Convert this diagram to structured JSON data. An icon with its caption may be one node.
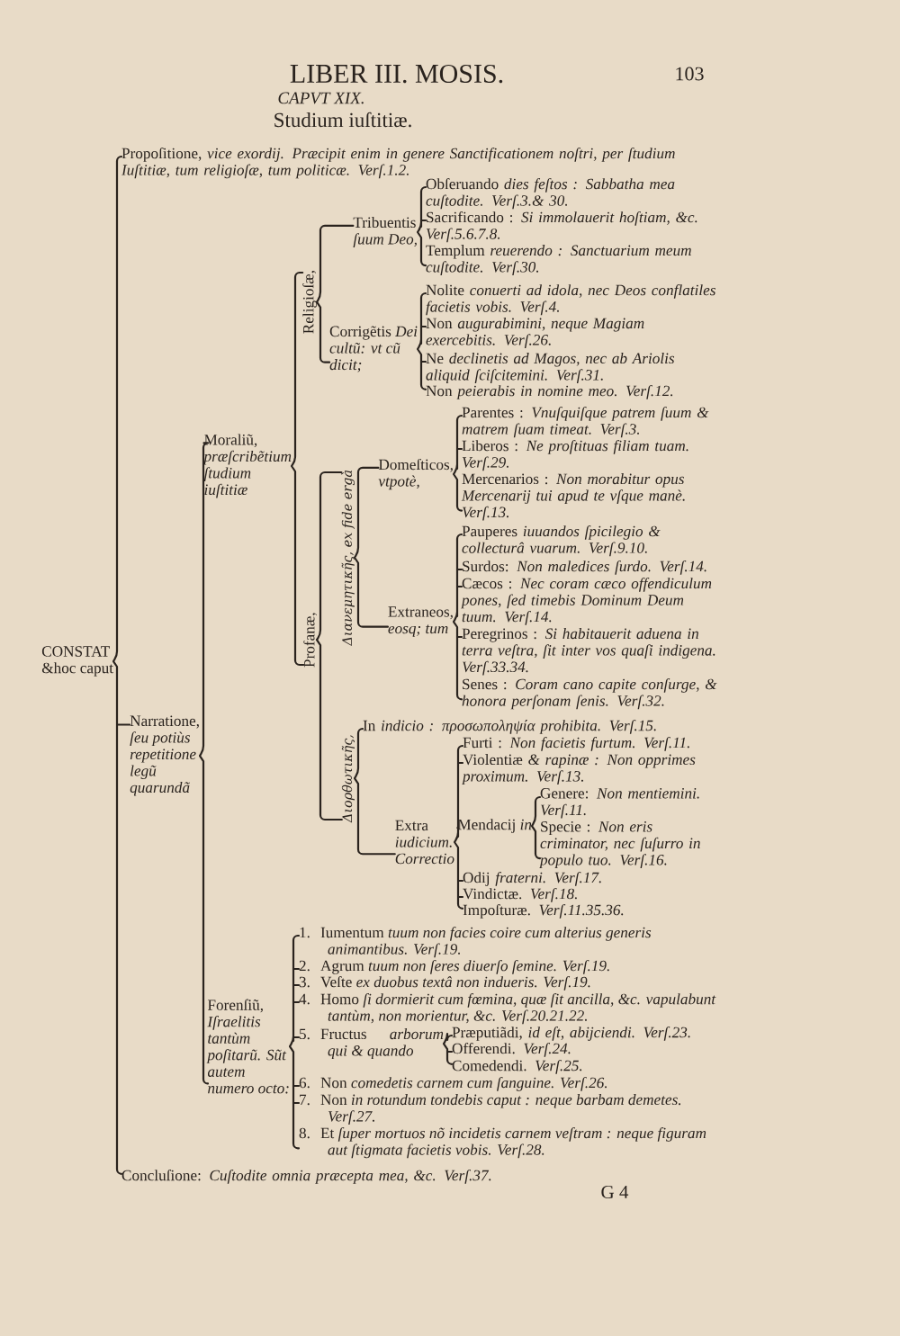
{
  "diagram": {
    "title": "Studium iuſtitiæ.",
    "nodes": [
      {
        "text": [
          "CONSTAT &hoc caput"
        ]
      },
      {
        "text": [
          "Propoſitione, *vice exordij. Præcipit enim in genere Sanctificationem noſtri, per ſtudium Iuſtitiæ, tum religioſæ, tum politicæ. Verſ.1.2.*"
        ]
      },
      {
        "text": [
          "Narratione, *ſeu potiùs repetitione legũ quarundã*"
        ]
      },
      {
        "text": [
          "Moraliũ, *præſcribẽtium ſtudium iuſtitiæ*"
        ]
      },
      {
        "text": [
          "Religioſæ,"
        ]
      },
      {
        "text": [
          "Tribuentis *ſuum Deo,*"
        ]
      },
      {
        "text": [
          "Obſeruando *dies feſtos : Sabbatha mea cuſtodite. Verſ.3.& 30.*"
        ]
      },
      {
        "text": [
          "Sacrificando : *Si immolauerit hoſtiam, &c. Verſ.5.6.7.8.*"
        ]
      },
      {
        "text": [
          "Templum *reuerendo : Sanctuarium meum cuſtodite. Verſ.30.*"
        ]
      },
      {
        "text": [
          "Corrigẽtis *Dei cultũ: vt cũ dicit;*"
        ]
      },
      {
        "text": [
          "Nolite *conuerti ad idola, nec Deos conflatiles facietis vobis. Verſ.4.*"
        ]
      },
      {
        "text": [
          "Non *augurabimini, neque Magiam exercebitis. Verſ.26.*"
        ]
      },
      {
        "text": [
          "Ne *declinetis ad Magos, nec ab Ariolis aliquid ſciſcitemini. Verſ.31.*"
        ]
      },
      {
        "text": [
          "Non *peierabis in nomine meo. Verſ.12.*"
        ]
      },
      {
        "text": [
          "Profanæ,"
        ]
      },
      {
        "text": [
          "Διανεμητικῆς, ex fide ergà"
        ]
      },
      {
        "text": [
          "Domeſticos, *vtpotè,*"
        ]
      },
      {
        "text": [
          "Parentes : *Vnuſquiſque patrem ſuum & matrem ſuam timeat. Verſ.3.*"
        ]
      },
      {
        "text": [
          "Liberos : *Ne proſtituas filiam tuam. Verſ.29.*"
        ]
      },
      {
        "text": [
          "Mercenarios : *Non morabitur opus Mercenarij tui apud te vſque manè. Verſ.13.*"
        ]
      },
      {
        "text": [
          "Extraneos, *eosq; tum*"
        ]
      },
      {
        "text": [
          "Pauperes *iuuandos ſpicilegio & collecturâ vuarum. Verſ.9.10.*"
        ]
      },
      {
        "text": [
          "Surdos: *Non maledices ſurdo. Verſ.14.*"
        ]
      },
      {
        "text": [
          "Cæcos : *Nec coram cæco offendiculum pones, ſed timebis Dominum Deum tuum. Verſ.14.*"
        ]
      },
      {
        "text": [
          "Peregrinos : *Si habitauerit aduena in terra veſtra, ſit inter vos quaſi indigena. Verſ.33.34.*"
        ]
      },
      {
        "text": [
          "Senes : *Coram cano capite conſurge, & honora perſonam ſenis. Verſ.32.*"
        ]
      },
      {
        "text": [
          "Διορθωτικῆς,"
        ]
      },
      {
        "text": [
          "In *indicio : προσωποληψία prohibita. Verſ.15.*"
        ]
      },
      {
        "text": [
          "Extra *iudicium. Correctio*"
        ]
      },
      {
        "text": [
          "Furti : *Non facietis furtum. Verſ.11.*"
        ]
      },
      {
        "text": [
          "Violentiæ *& rapinæ : Non opprimes proximum. Verſ.13.*"
        ]
      },
      {
        "text": [
          "Mendacij *in*"
        ]
      },
      {
        "text": [
          "Genere: *Non mentiemini. Verſ.11.*"
        ]
      },
      {
        "text": [
          "Specie : *Non eris criminator, nec ſuſurro in populo tuo. Verſ.16.*"
        ]
      },
      {
        "text": [
          "Odij *fraterni. Verſ.17.*"
        ]
      },
      {
        "text": [
          "Vindictæ. *Verſ.18.*"
        ]
      },
      {
        "text": [
          "Impoſturæ. *Verſ.11.35.36.*"
        ]
      },
      {
        "text": [
          "Forenſiũ, *Iſraelitis tantùm poſitarũ. Sũt autem numero octo:*"
        ]
      },
      {
        "text": [
          "1.",
          "Iumentum *tuum non facies coire cum alterius generis animantibus. Verſ.19.*"
        ]
      },
      {
        "text": [
          "2.",
          "Agrum *tuum non ſeres diuerſo ſemine. Verſ.19.*"
        ]
      },
      {
        "text": [
          "3.",
          "Veſte *ex duobus textâ non indueris. Verſ.19.*"
        ]
      },
      {
        "text": [
          "4.",
          "Homo *ſi dormierit cum fœmina, quæ ſit ancilla, &c. vapulabunt tantùm, non morientur, &c. Verſ.20.21.22.*"
        ]
      },
      {
        "text": [
          "5.",
          "Fructus *arborum qui & quando*"
        ]
      },
      {
        "text": [
          "Præputiãdi, *id eſt, abijciendi. Verſ.23.*"
        ]
      },
      {
        "text": [
          "Offerendi. *Verſ.24.*"
        ]
      },
      {
        "text": [
          "Comedendi. *Verſ.25.*"
        ]
      },
      {
        "text": [
          "6.",
          "Non *comedetis carnem cum ſanguine. Verſ.26.*"
        ]
      },
      {
        "text": [
          "7.",
          "Non *in rotundum tondebis caput : neque barbam demetes. Verſ.27.*"
        ]
      },
      {
        "text": [
          "8.",
          "Et *ſuper mortuos nõ incidetis carnem veſtram : neque figuram aut ſtigmata facietis vobis. Verſ.28.*"
        ]
      },
      {
        "text": [
          "Concluſione: *Cuſtodite omnia præcepta mea, &c. Verſ.37.*"
        ]
      }
    ],
    "edges": [
      {
        "from": 0,
        "to": 1,
        "arrow": "none"
      },
      {
        "from": 0,
        "to": 2,
        "arrow": "none"
      },
      {
        "from": 0,
        "to": 49,
        "arrow": "none"
      },
      {
        "from": 2,
        "to": 3,
        "arrow": "none"
      },
      {
        "from": 2,
        "to": 37,
        "arrow": "none"
      },
      {
        "from": 3,
        "to": 4,
        "arrow": "none"
      },
      {
        "from": 3,
        "to": 14,
        "arrow": "none"
      },
      {
        "from": 4,
        "to": 5,
        "arrow": "none"
      },
      {
        "from": 4,
        "to": 9,
        "arrow": "none"
      },
      {
        "from": 5,
        "to": 6,
        "arrow": "none"
      },
      {
        "from": 5,
        "to": 7,
        "arrow": "none"
      },
      {
        "from": 5,
        "to": 8,
        "arrow": "none"
      },
      {
        "from": 9,
        "to": 10,
        "arrow": "none"
      },
      {
        "from": 9,
        "to": 11,
        "arrow": "none"
      },
      {
        "from": 9,
        "to": 12,
        "arrow": "none"
      },
      {
        "from": 9,
        "to": 13,
        "arrow": "none"
      },
      {
        "from": 14,
        "to": 15,
        "arrow": "none"
      },
      {
        "from": 14,
        "to": 26,
        "arrow": "none"
      },
      {
        "from": 15,
        "to": 16,
        "arrow": "none"
      },
      {
        "from": 15,
        "to": 20,
        "arrow": "none"
      },
      {
        "from": 16,
        "to": 17,
        "arrow": "none"
      },
      {
        "from": 16,
        "to": 18,
        "arrow": "none"
      },
      {
        "from": 16,
        "to": 19,
        "arrow": "none"
      },
      {
        "from": 20,
        "to": 21,
        "arrow": "none"
      },
      {
        "from": 20,
        "to": 22,
        "arrow": "none"
      },
      {
        "from": 20,
        "to": 23,
        "arrow": "none"
      },
      {
        "from": 20,
        "to": 24,
        "arrow": "none"
      },
      {
        "from": 20,
        "to": 25,
        "arrow": "none"
      },
      {
        "from": 26,
        "to": 27,
        "arrow": "none"
      },
      {
        "from": 26,
        "to": 28,
        "arrow": "none"
      },
      {
        "from": 28,
        "to": 29,
        "arrow": "none"
      },
      {
        "from": 28,
        "to": 30,
        "arrow": "none"
      },
      {
        "from": 28,
        "to": 31,
        "arrow": "none"
      },
      {
        "from": 28,
        "to": 34,
        "arrow": "none"
      },
      {
        "from": 28,
        "to": 35,
        "arrow": "none"
      },
      {
        "from": 28,
        "to": 36,
        "arrow": "none"
      },
      {
        "from": 31,
        "to": 32,
        "arrow": "none"
      },
      {
        "from": 31,
        "to": 33,
        "arrow": "none"
      },
      {
        "from": 37,
        "to": 38,
        "arrow": "none"
      },
      {
        "from": 37,
        "to": 39,
        "arrow": "none"
      },
      {
        "from": 37,
        "to": 40,
        "arrow": "none"
      },
      {
        "from": 37,
        "to": 41,
        "arrow": "none"
      },
      {
        "from": 37,
        "to": 42,
        "arrow": "none"
      },
      {
        "from": 37,
        "to": 46,
        "arrow": "none"
      },
      {
        "from": 37,
        "to": 47,
        "arrow": "none"
      },
      {
        "from": 37,
        "to": 48,
        "arrow": "none"
      },
      {
        "from": 42,
        "to": 43,
        "arrow": "none"
      },
      {
        "from": 42,
        "to": 44,
        "arrow": "none"
      },
      {
        "from": 42,
        "to": 45,
        "arrow": "none"
      }
    ],
    "labels": [
      "LIBER III. MOSIS.",
      "103",
      "CAPVT XIX.",
      "G 4"
    ]
  }
}
